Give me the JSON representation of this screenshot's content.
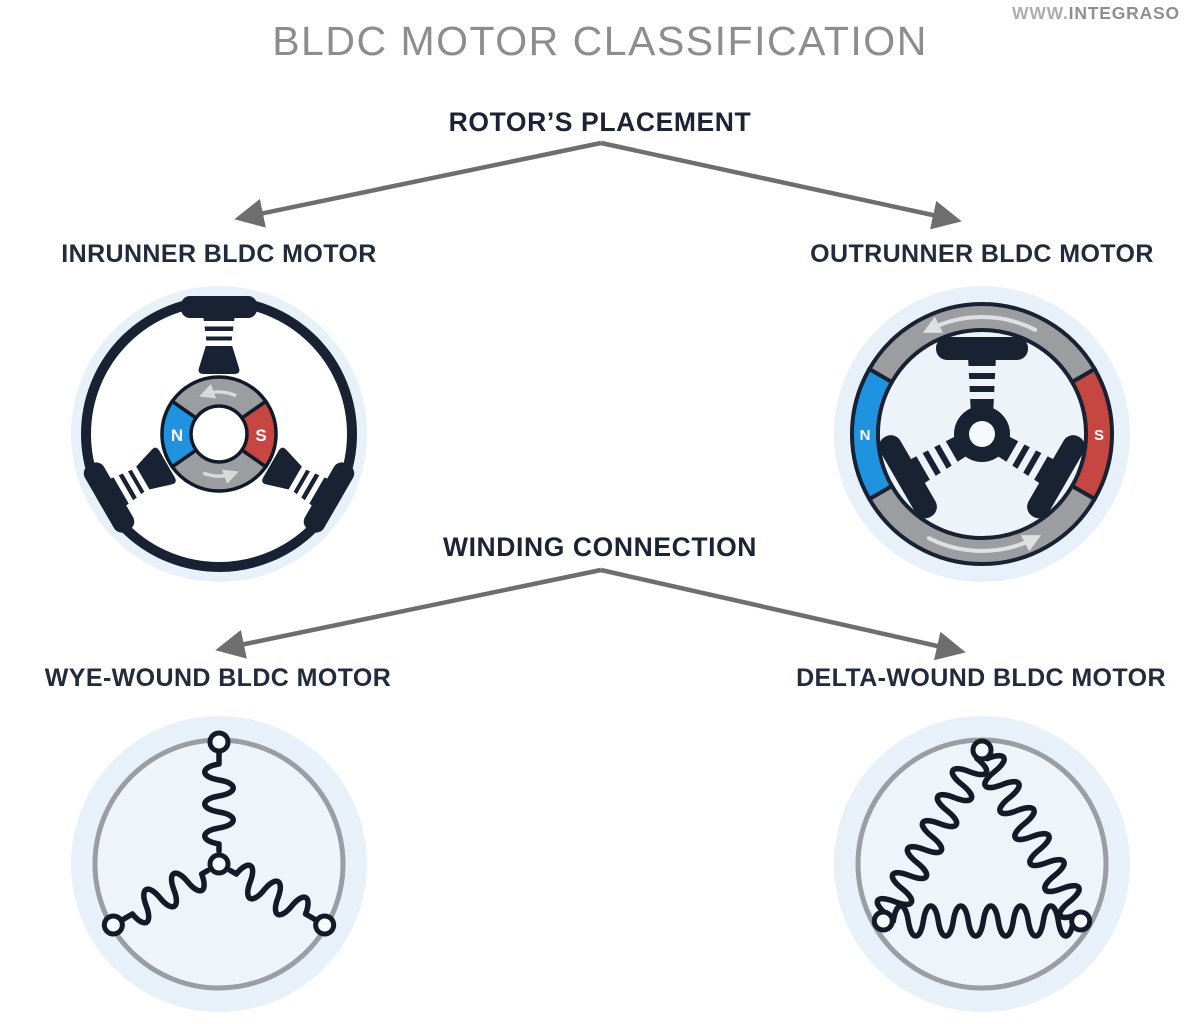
{
  "watermark": {
    "prefix": "WWW.",
    "brand": "INTEGRASO"
  },
  "title": "BLDC MOTOR CLASSIFICATION",
  "rotor_placement": {
    "heading": "ROTOR’S PLACEMENT",
    "left": {
      "label": "INRUNNER BLDC MOTOR"
    },
    "right": {
      "label": "OUTRUNNER BLDC MOTOR"
    }
  },
  "winding_connection": {
    "heading": "WINDING CONNECTION",
    "left": {
      "label": "WYE-WOUND BLDC MOTOR"
    },
    "right": {
      "label": "DELTA-WOUND BLDC MOTOR"
    }
  },
  "magnet_poles": {
    "north": "N",
    "south": "S"
  },
  "colors": {
    "north_blue": "#1f93e0",
    "south_red": "#c64642",
    "rotor_gray": "#9c9da1",
    "stator_dark": "#182232",
    "halo": "#e8f1f9",
    "heading_navy": "#1b2334",
    "title_gray": "#8d8d8d",
    "arrow_gray": "#6e6e6e"
  }
}
